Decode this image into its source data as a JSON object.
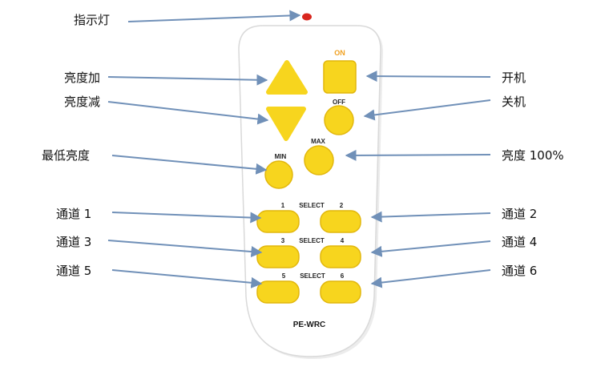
{
  "annotations": {
    "left": [
      {
        "label": "指示灯"
      },
      {
        "label": "亮度加"
      },
      {
        "label": "亮度减"
      },
      {
        "label": "最低亮度"
      },
      {
        "label": "通道 1"
      },
      {
        "label": "通道 3"
      },
      {
        "label": "通道 5"
      }
    ],
    "right": [
      {
        "label": "开机"
      },
      {
        "label": "关机"
      },
      {
        "label": "亮度 100%"
      },
      {
        "label": "通道 2"
      },
      {
        "label": "通道 4"
      },
      {
        "label": "通道 6"
      }
    ]
  },
  "remote": {
    "model": "PE-WRC",
    "on_label": "ON",
    "off_label": "OFF",
    "max_label": "MAX",
    "min_label": "MIN",
    "select_rows": [
      {
        "left": "1",
        "middle": "SELECT",
        "right": "2"
      },
      {
        "left": "3",
        "middle": "SELECT",
        "right": "4"
      },
      {
        "left": "5",
        "middle": "SELECT",
        "right": "6"
      }
    ]
  },
  "colors": {
    "arrow": "#7090b8",
    "button_fill": "#f7d51e",
    "button_edge": "#e2b70c",
    "on_text": "#f0a020",
    "led": "#d8261e",
    "body": "#ffffff",
    "body_edge": "#d9d9d9"
  }
}
